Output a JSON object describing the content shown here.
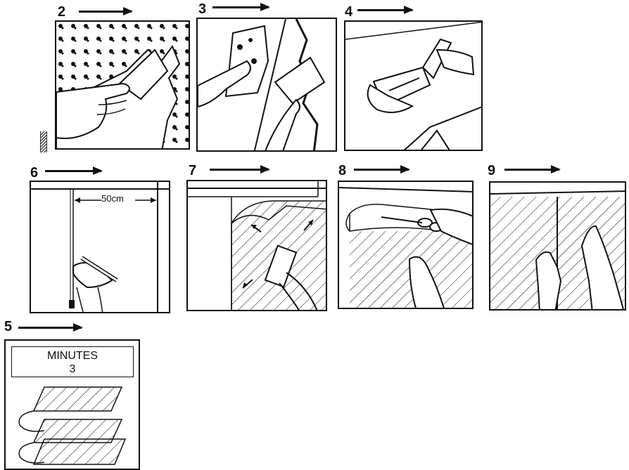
{
  "steps": [
    {
      "id": "step-2",
      "number": "2",
      "illustration": "scraping-off-old-wallpaper"
    },
    {
      "id": "step-3",
      "number": "3",
      "illustration": "washing-wall-and-filling-cracks"
    },
    {
      "id": "step-4",
      "number": "4",
      "illustration": "pasting-wallpaper-with-brush"
    },
    {
      "id": "step-6",
      "number": "6",
      "illustration": "marking-plumb-line"
    },
    {
      "id": "step-7",
      "number": "7",
      "illustration": "smoothing-wallpaper"
    },
    {
      "id": "step-8",
      "number": "8",
      "illustration": "trimming-excess-with-scissors"
    },
    {
      "id": "step-9",
      "number": "9",
      "illustration": "butting-seams-by-hand"
    },
    {
      "id": "step-5",
      "number": "5",
      "illustration": "folded-pasted-strips-soaking"
    }
  ],
  "measurement": "50cm",
  "soak": {
    "unit_label": "MINUTES",
    "value": "3"
  },
  "colors": {
    "ink": "#111111",
    "paper": "#ffffff"
  }
}
